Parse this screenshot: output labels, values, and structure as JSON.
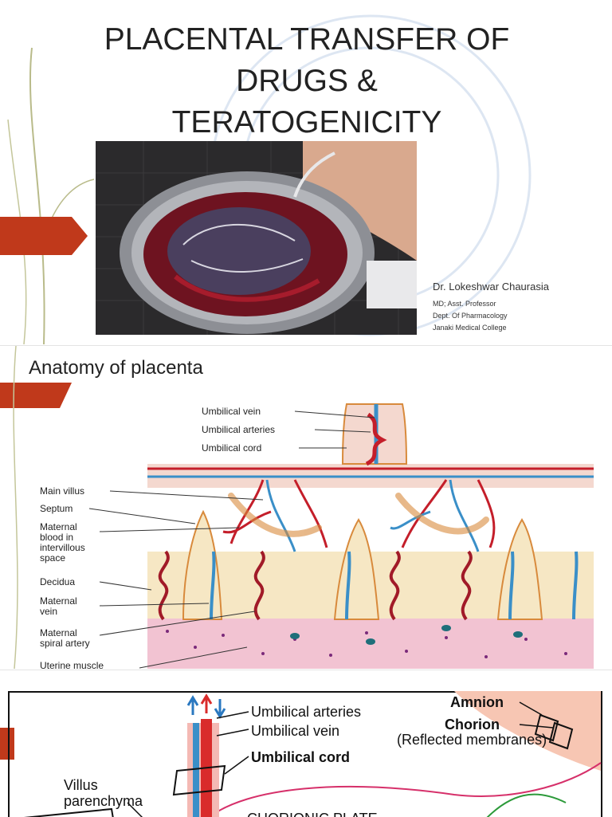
{
  "title_line1": "PLACENTAL TRANSFER OF",
  "title_line2": "DRUGS &",
  "title_line3": "TERATOGENICITY",
  "author": {
    "name": "Dr. Lokeshwar Chaurasia",
    "line1": "MD; Asst. Professor",
    "line2": "Dept. Of Pharmacology",
    "line3": "Janaki Medical College"
  },
  "slide2": {
    "heading": "Anatomy of placenta",
    "labels": {
      "umbilical_vein": "Umbilical vein",
      "umbilical_arteries": "Umbilical arteries",
      "umbilical_cord": "Umbilical cord",
      "main_villus": "Main villus",
      "septum": "Septum",
      "maternal_blood_1": "Maternal",
      "maternal_blood_2": "blood in",
      "maternal_blood_3": "intervillous",
      "maternal_blood_4": "space",
      "decidua": "Decidua",
      "maternal_vein_1": "Maternal",
      "maternal_vein_2": "vein",
      "spiral_artery_1": "Maternal",
      "spiral_artery_2": "spiral artery",
      "uterine_muscle": "Uterine muscle"
    }
  },
  "slide3": {
    "labels": {
      "umbilical_arteries": "Umbilical arteries",
      "umbilical_vein": "Umbilical vein",
      "umbilical_cord": "Umbilical cord",
      "amnion": "Amnion",
      "chorion": "Chorion",
      "reflected": "(Reflected membranes)",
      "villus_1": "Villus",
      "villus_2": "parenchyma",
      "chorionic_plate": "CHORIONIC PLATE"
    }
  },
  "colors": {
    "accent": "#c0391b",
    "artery": "#c41e2a",
    "vein": "#3a8fc8",
    "villus_outline": "#d88a3c",
    "decidua": "#f6e7c4",
    "muscle": "#f2c3d2"
  }
}
